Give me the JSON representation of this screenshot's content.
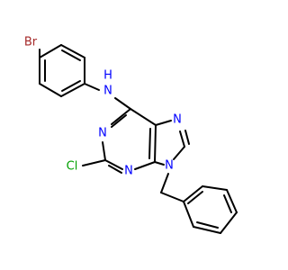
{
  "molecule": {
    "atoms": {
      "br": "Br",
      "nh": "N",
      "h": "H",
      "n1": "N",
      "n3": "N",
      "n7": "N",
      "n9": "N",
      "cl": "Cl"
    },
    "colors": {
      "bond": "#000000",
      "nitrogen": "#0000ff",
      "bromine": "#a52a2a",
      "chlorine": "#00a000"
    }
  }
}
